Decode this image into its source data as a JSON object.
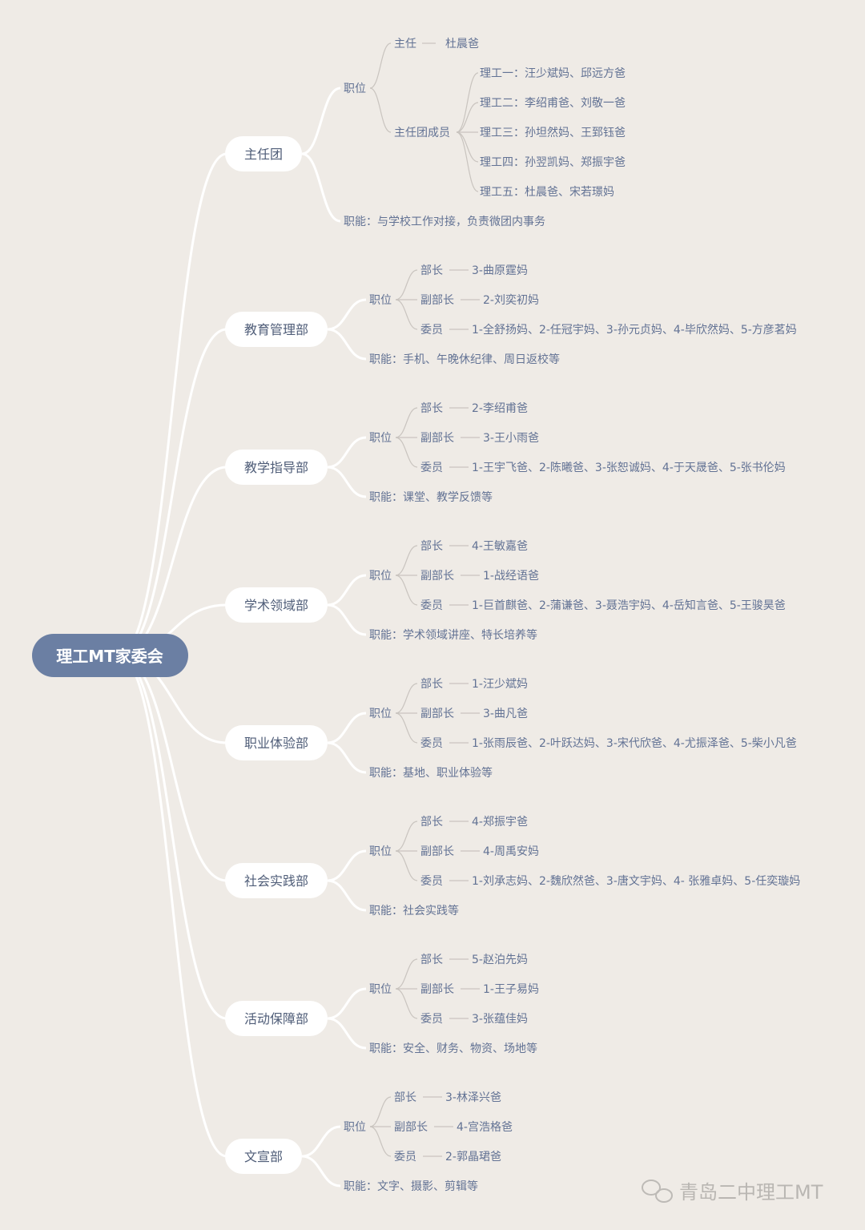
{
  "root": "理工MT家委会",
  "watermark": "青岛二中理工MT",
  "departments": [
    {
      "name": "主任团",
      "position_label": "职位",
      "roles": [
        {
          "title": "主任",
          "value": "杜晨爸"
        },
        {
          "title": "主任团成员",
          "members": [
            "理工一：汪少斌妈、邱远方爸",
            "理工二：李绍甫爸、刘敬一爸",
            "理工三：孙坦然妈、王郅钰爸",
            "理工四：孙翌凯妈、郑振宇爸",
            "理工五：杜晨爸、宋若璟妈"
          ]
        }
      ],
      "duty": "职能：与学校工作对接，负责微团内事务"
    },
    {
      "name": "教育管理部",
      "position_label": "职位",
      "roles": [
        {
          "title": "部长",
          "value": "3-曲原霆妈"
        },
        {
          "title": "副部长",
          "value": "2-刘奕初妈"
        },
        {
          "title": "委员",
          "value": "1-全舒扬妈、2-任冠宇妈、3-孙元贞妈、4-毕欣然妈、5-方彦茗妈"
        }
      ],
      "duty": "职能：手机、午晚休纪律、周日返校等"
    },
    {
      "name": "教学指导部",
      "position_label": "职位",
      "roles": [
        {
          "title": "部长",
          "value": "2-李绍甫爸"
        },
        {
          "title": "副部长",
          "value": "3-王小雨爸"
        },
        {
          "title": "委员",
          "value": "1-王宇飞爸、2-陈曦爸、3-张恕诚妈、4-于天晟爸、5-张书伦妈"
        }
      ],
      "duty": "职能：课堂、教学反馈等"
    },
    {
      "name": "学术领域部",
      "position_label": "职位",
      "roles": [
        {
          "title": "部长",
          "value": "4-王敏嘉爸"
        },
        {
          "title": "副部长",
          "value": "1-战经语爸"
        },
        {
          "title": "委员",
          "value": "1-巨首麒爸、2-蒲谦爸、3-聂浩宇妈、4-岳知言爸、5-王骏昊爸"
        }
      ],
      "duty": "职能：学术领域讲座、特长培养等"
    },
    {
      "name": "职业体验部",
      "position_label": "职位",
      "roles": [
        {
          "title": "部长",
          "value": "1-汪少斌妈"
        },
        {
          "title": "副部长",
          "value": "3-曲凡爸"
        },
        {
          "title": "委员",
          "value": "1-张雨辰爸、2-叶跃达妈、3-宋代欣爸、4-尤振泽爸、5-柴小凡爸"
        }
      ],
      "duty": "职能：基地、职业体验等"
    },
    {
      "name": "社会实践部",
      "position_label": "职位",
      "roles": [
        {
          "title": "部长",
          "value": "4-郑振宇爸"
        },
        {
          "title": "副部长",
          "value": "4-周禹安妈"
        },
        {
          "title": "委员",
          "value": "1-刘承志妈、2-魏欣然爸、3-唐文宇妈、4- 张雅卓妈、5-任奕璇妈"
        }
      ],
      "duty": "职能：社会实践等"
    },
    {
      "name": "活动保障部",
      "position_label": "职位",
      "roles": [
        {
          "title": "部长",
          "value": "5-赵泊先妈"
        },
        {
          "title": "副部长",
          "value": "1-王子易妈"
        },
        {
          "title": "委员",
          "value": "3-张蕴佳妈"
        }
      ],
      "duty": "职能：安全、财务、物资、场地等"
    },
    {
      "name": "文宣部",
      "position_label": "职位",
      "roles": [
        {
          "title": "部长",
          "value": "3-林泽兴爸"
        },
        {
          "title": "副部长",
          "value": "4-宫浩格爸"
        },
        {
          "title": "委员",
          "value": "2-郭晶珺爸"
        }
      ],
      "duty": "职能：文字、摄影、剪辑等"
    }
  ]
}
